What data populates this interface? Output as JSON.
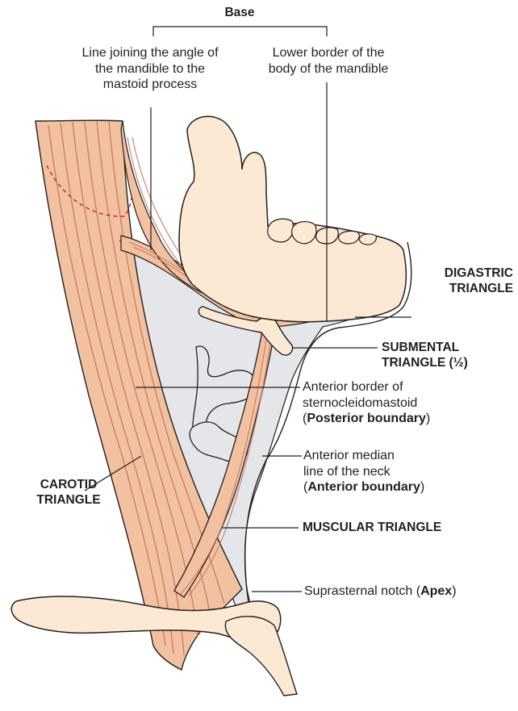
{
  "base": "Base",
  "angle_line": {
    "line1": "Line joining the angle of",
    "line2": "the mandible to the",
    "line3": "mastoid process"
  },
  "lower_border": {
    "line1": "Lower border of the",
    "line2": "body of the mandible"
  },
  "digastric": {
    "line1": "DIGASTRIC",
    "line2": "TRIANGLE"
  },
  "submental": {
    "line1": "SUBMENTAL",
    "line2": "TRIANGLE (½)"
  },
  "posterior": {
    "line1": "Anterior border of",
    "line2": "sternocleidomastoid",
    "open": "(",
    "bold": "Posterior boundary",
    "close": ")"
  },
  "anterior": {
    "line1": "Anterior median",
    "line2": "line of the neck",
    "open": "(",
    "bold": "Anterior boundary",
    "close": ")"
  },
  "carotid": {
    "line1": "CAROTID",
    "line2": "TRIANGLE"
  },
  "muscular": "MUSCULAR TRIANGLE",
  "apex": {
    "text": "Suprasternal notch (",
    "bold": "Apex",
    "close": ")"
  },
  "colors": {
    "muscle": "#f2c1a0",
    "muscle_stripe": "#c7765a",
    "bone": "#fbe9d3",
    "outline": "#231f20",
    "triangle_fill": "#e5e6ea",
    "mastoid_dash": "#c8102e"
  }
}
